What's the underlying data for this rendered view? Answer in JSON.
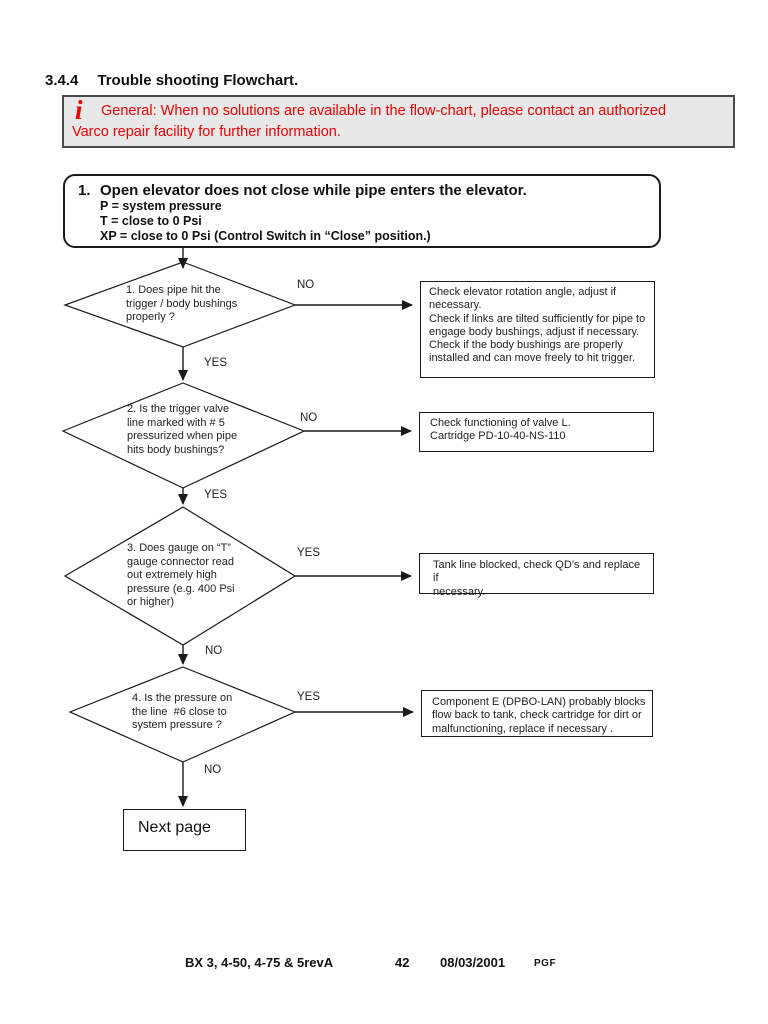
{
  "page": {
    "section_number": "3.4.4",
    "title": "Trouble shooting Flowchart.",
    "note": {
      "icon": "i",
      "text": "General: When no solutions are available in the flow-chart, please contact an authorized\nVarco repair facility for further information."
    }
  },
  "flowchart": {
    "start": {
      "number": "1.",
      "title": "Open elevator does not close while pipe enters the elevator.",
      "sublines": "P = system pressure\nT = close to 0 Psi\nXP = close to 0 Psi (Control Switch in “Close” position.)"
    },
    "decisions": [
      {
        "question": "1. Does pipe hit the\ntrigger / body bushings\nproperly ?",
        "branch_label": "NO",
        "down_label": "YES",
        "action": "Check elevator rotation angle, adjust if\nnecessary.\nCheck if links are tilted sufficiently for pipe to\nengage body bushings, adjust if necessary.\nCheck if the body bushings are properly\ninstalled and can move freely to hit trigger."
      },
      {
        "question": "2. Is the trigger valve\nline marked with # 5\npressurized when pipe\nhits body bushings?",
        "branch_label": "NO",
        "down_label": "YES",
        "action": "Check functioning of valve L.\nCartridge PD-10-40-NS-110"
      },
      {
        "question": "3. Does gauge on “T”\ngauge connector read\nout extremely high\npressure (e.g. 400 Psi\nor higher)",
        "branch_label": "YES",
        "down_label": "NO",
        "action": "Tank line blocked, check QD’s and replace if\nnecessary."
      },
      {
        "question": "4. Is the pressure on\nthe line  #6 close to\nsystem pressure ?",
        "branch_label": "YES",
        "down_label": "NO",
        "action": "Component E (DPBO-LAN) probably blocks\nflow back to tank, check cartridge for dirt or\nmalfunctioning, replace if necessary ."
      }
    ],
    "end_label": "Next page"
  },
  "footer": {
    "document": "BX 3, 4-50, 4-75 & 5revA",
    "page_number": "42",
    "date": "08/03/2001",
    "initials": "PGF"
  },
  "colors": {
    "note_text": "#ee0000",
    "note_background": "#e8e8e8",
    "line": "#1a1a1a"
  }
}
